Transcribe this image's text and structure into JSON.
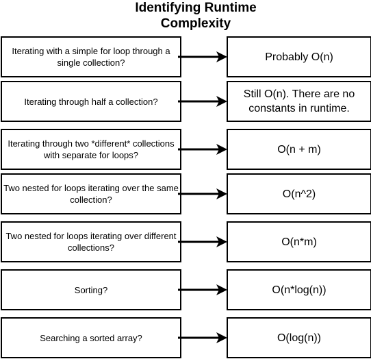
{
  "title": "Identifying Runtime Complexity",
  "rows": [
    {
      "question": "Iterating with a simple for loop through a single collection?",
      "answer": "Probably O(n)"
    },
    {
      "question": "Iterating through half a collection?",
      "answer": "Still O(n).  There are no constants in runtime."
    },
    {
      "question": "Iterating through two *different* collections with separate for loops?",
      "answer": "O(n + m)"
    },
    {
      "question": "Two nested for loops iterating over the same collection?",
      "answer": "O(n^2)"
    },
    {
      "question": "Two nested for loops iterating over different collections?",
      "answer": "O(n*m)"
    },
    {
      "question": "Sorting?",
      "answer": "O(n*log(n))"
    },
    {
      "question": "Searching a sorted array?",
      "answer": "O(log(n))"
    }
  ]
}
